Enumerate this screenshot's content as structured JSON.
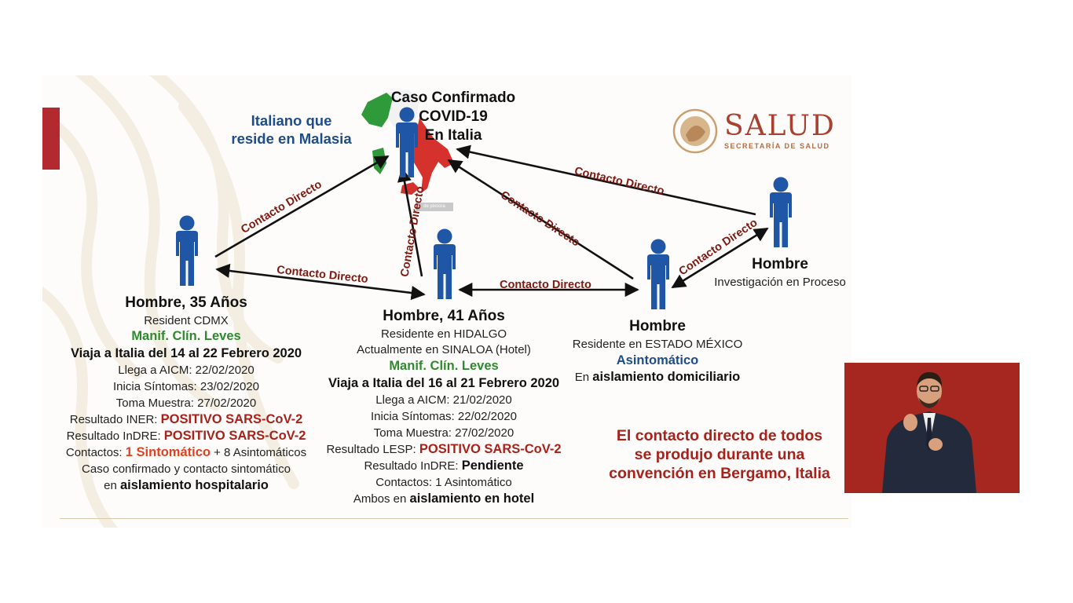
{
  "header": {
    "confirmed_case": [
      "Caso Confirmado",
      "COVID-19",
      "En Italia"
    ],
    "index_case": [
      "Italiano que",
      "reside en Malasia"
    ]
  },
  "logo": {
    "word": "SALUD",
    "subtitle": "SECRETARÍA DE SALUD"
  },
  "link_label": "Contacto Directo",
  "person1": {
    "title": "Hombre, 35 Años",
    "residence": "Resident CDMX",
    "clinical": "Manif. Clín. Leves",
    "travel": "Viaja a Italia del 14 al 22 Febrero 2020",
    "arrival": "Llega a AICM: 22/02/2020",
    "symptoms": "Inicia Síntomas: 23/02/2020",
    "sample": "Toma Muestra: 27/02/2020",
    "result1_label": "Resultado INER:",
    "result1_value": "POSITIVO SARS-CoV-2",
    "result2_label": "Resultado InDRE:",
    "result2_value": "POSITIVO SARS-CoV-2",
    "contacts_label": "Contactos:",
    "contacts_symptomatic": "1 Sintomático",
    "contacts_rest": "+ 8 Asintomáticos",
    "case_line": "Caso confirmado y contacto sintomático",
    "isolation_prefix": "en",
    "isolation_value": "aislamiento hospitalario"
  },
  "person2": {
    "title": "Hombre, 41 Años",
    "residence": "Residente en HIDALGO",
    "current": "Actualmente en SINALOA (Hotel)",
    "clinical": "Manif. Clín. Leves",
    "travel": "Viaja a Italia del 16 al 21 Febrero 2020",
    "arrival": "Llega a AICM: 21/02/2020",
    "symptoms": "Inicia Síntomas: 22/02/2020",
    "sample": "Toma Muestra: 27/02/2020",
    "result1_label": "Resultado LESP:",
    "result1_value": "POSITIVO SARS-CoV-2",
    "result2_label": "Resultado InDRE:",
    "result2_value": "Pendiente",
    "contacts": "Contactos: 1 Asintomático",
    "isolation_prefix": "Ambos en",
    "isolation_value": "aislamiento en hotel"
  },
  "person3": {
    "title": "Hombre",
    "residence": "Residente en ESTADO MÉXICO",
    "status": "Asintomático",
    "isolation_prefix": "En",
    "isolation_value": "aislamiento domiciliario"
  },
  "person4": {
    "title": "Hombre",
    "status": "Investigación en Proceso"
  },
  "note": [
    "El contacto directo de todos",
    "se produjo durante una",
    "convención en Bergamo, Italia"
  ],
  "map_caption": "de pixsora",
  "colors": {
    "brand_red": "#b22a2f",
    "person_blue": "#1f57a6",
    "label_red": "#7d1a12",
    "green": "#2e8a2e"
  }
}
